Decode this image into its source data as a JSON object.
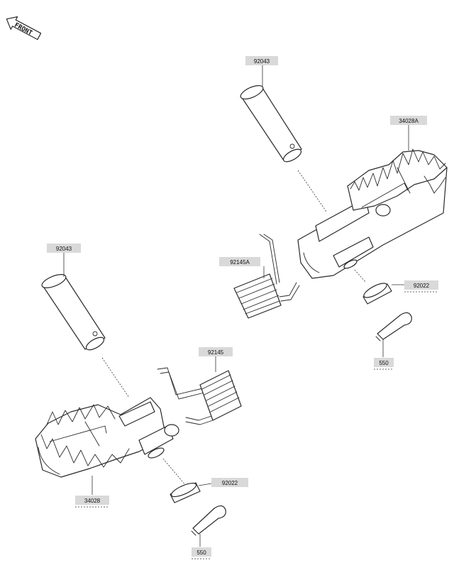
{
  "orientation": {
    "label": "FRONT",
    "arrow_icon": "front-arrow-icon"
  },
  "callouts": {
    "pin_right": "92043",
    "footpeg_right": "34028A",
    "spring_right": "92145A",
    "washer_right": "92022",
    "cotter_right": "550",
    "pin_left": "92043",
    "spring_left": "92145",
    "footpeg_left": "34028",
    "washer_left": "92022",
    "cotter_left": "550"
  },
  "colors": {
    "line": "#2a2a2a",
    "label_fill": "#d9d9d9",
    "background": "#ffffff"
  }
}
